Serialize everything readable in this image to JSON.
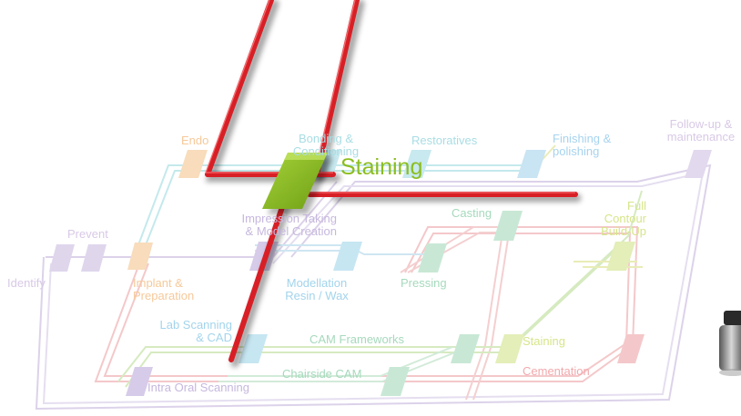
{
  "colors": {
    "accent_red": "#d81f26",
    "accent_green": "#8cbd1f",
    "faded_lavender": "#d7cde6",
    "faded_teal": "#bfe8ea",
    "faded_orange": "#f7d7b2",
    "faded_pink": "#f4c2c4",
    "faded_green": "#dcedc2",
    "faded_cyan": "#c2e3f1",
    "faded_ivory": "#e7eba8"
  },
  "labels": {
    "identify": "Identify",
    "prevent": "Prevent",
    "implant": "Implant &\nPreparation",
    "endo": "Endo",
    "bonding": "Bonding &\nConditioning",
    "restoratives": "Restoratives",
    "finishing": "Finishing &\npolishing",
    "followup": "Follow-up &\nmaintenance",
    "staining_active": "Staining",
    "impression": "Impression Taking\n& Model Creation",
    "casting": "Casting",
    "full_contour": "Full\nContour\nBuild-Up",
    "modellation": "Modellation\nResin / Wax",
    "pressing": "Pressing",
    "lab_scanning": "Lab Scanning\n& CAD",
    "cam_frameworks": "CAM Frameworks",
    "staining_small": "Staining",
    "cementation": "Cementation",
    "chairside": "Chairside CAM",
    "intra_oral": "Intra Oral Scanning"
  },
  "icons": {
    "product_bottle": "product-bottle-icon"
  }
}
